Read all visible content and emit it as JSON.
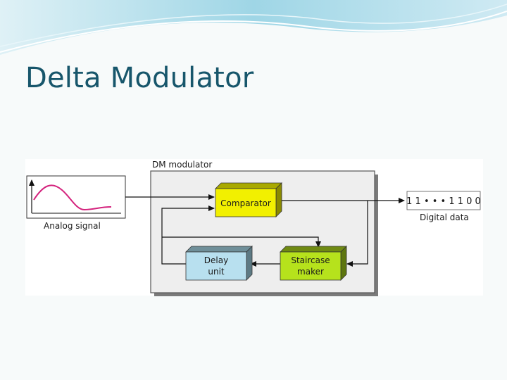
{
  "slide": {
    "title": "Delta Modulator"
  },
  "diagram": {
    "module_label": "DM modulator",
    "input_label": "Analog signal",
    "output_bits": "1 1 • • • 1 1 0 0",
    "output_label": "Digital data",
    "blocks": {
      "comparator": "Comparator",
      "delay_line1": "Delay",
      "delay_line2": "unit",
      "staircase_line1": "Staircase",
      "staircase_line2": "maker"
    },
    "colors": {
      "title": "#17566b",
      "comparator": "#f2f000",
      "delay": "#b8e0ef",
      "staircase": "#b6e21c",
      "signal": "#d4237d"
    }
  }
}
